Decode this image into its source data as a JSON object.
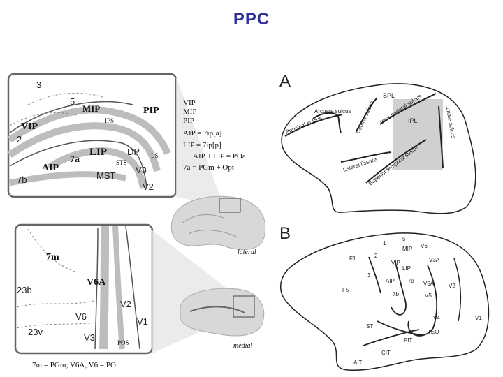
{
  "title": "PPC",
  "panel_upper": {
    "areas": [
      "3",
      "5",
      "MIP",
      "PIP",
      "VIP",
      "IPS",
      "2",
      "LIP",
      "DP",
      "LS",
      "7a",
      "STS",
      "AIP",
      "V3",
      "7b",
      "MST",
      "V2"
    ]
  },
  "legend_upper": [
    "VIP",
    "MIP",
    "PIP",
    "AIP = 7ip[a]",
    "LIP = 7ip[p]",
    "AIP + LIP = POa",
    "7a = PGm + Opt"
  ],
  "panel_lower": {
    "areas": [
      "7m",
      "V6A",
      "23b",
      "V2",
      "V6",
      "V1",
      "23v",
      "V3",
      "POS"
    ]
  },
  "legend_lower": "7m = PGm; V6A, V6 = PO",
  "brain_labels": {
    "lateral": "lateral",
    "medial": "medial"
  },
  "panel_a": {
    "letter": "A",
    "labels": [
      "SPL",
      "Arcuate sulcus",
      "Central sulcus",
      "Intra-parietal sulcus",
      "Principal sulcus",
      "IPL",
      "Lunate sulcus",
      "Lateral fissure",
      "Superior temporal sulcus"
    ]
  },
  "panel_b": {
    "letter": "B",
    "labels": [
      "5",
      "V6",
      "1",
      "MIP",
      "2",
      "V3A",
      "F1",
      "VIP",
      "LIP",
      "3",
      "AIP",
      "7a",
      "V5A",
      "V2",
      "F5",
      "7b",
      "V5",
      "V4",
      "V1",
      "ST",
      "TEO",
      "PIT",
      "CIT",
      "AIT"
    ]
  }
}
